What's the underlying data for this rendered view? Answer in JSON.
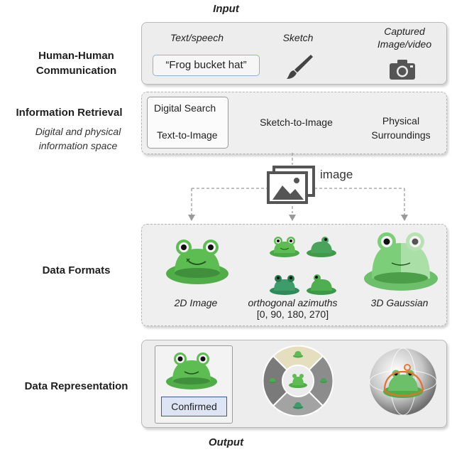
{
  "header": {
    "input_title": "Input",
    "output_title": "Output"
  },
  "row1": {
    "label_line1": "Human-Human",
    "label_line2": "Communication",
    "col1_title": "Text/speech",
    "col1_value": "“Frog bucket hat”",
    "col2_title": "Sketch",
    "col3_title_line1": "Captured",
    "col3_title_line2": "Image/video"
  },
  "row2": {
    "label": "Information Retrieval",
    "sublabel_line1": "Digital and physical",
    "sublabel_line2": "information space",
    "opt1": "Digital Search",
    "opt2": "Text-to-Image",
    "col2": "Sketch-to-Image",
    "col3_line1": "Physical",
    "col3_line2": "Surroundings"
  },
  "image_node": {
    "label": "image"
  },
  "row3": {
    "label": "Data Formats",
    "col1": "2D Image",
    "col2_line1": "orthogonal azimuths",
    "col2_line2": "[0, 90, 180, 270]",
    "col3": "3D Gaussian"
  },
  "row4": {
    "label": "Data Representation",
    "confirm": "Confirmed"
  },
  "colors": {
    "frog_green": "#5bb84f",
    "frog_dark": "#3f8f3c",
    "panel_bg": "#ededed",
    "confirm_border": "#3b5a95",
    "confirm_bg": "#dde5f4",
    "highlight_orange": "#e8702a"
  }
}
